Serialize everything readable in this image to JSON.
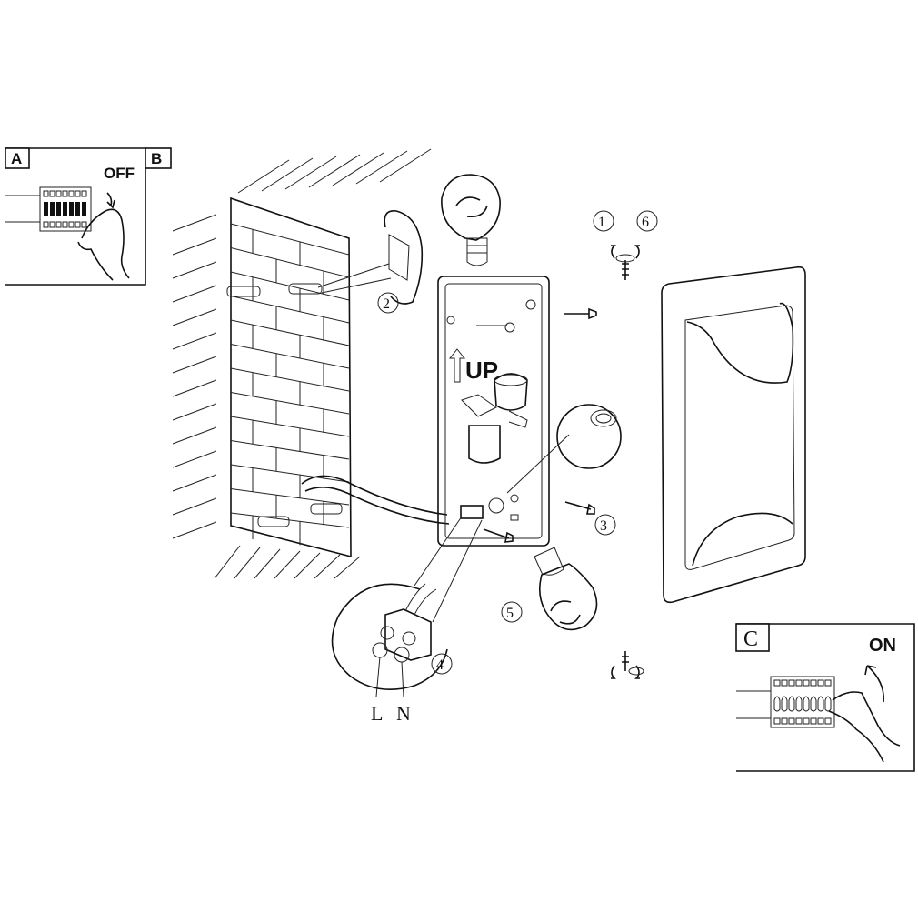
{
  "panels": {
    "a": {
      "letter": "A",
      "switch_state": "OFF"
    },
    "b": {
      "letter": "B"
    },
    "c": {
      "letter": "C",
      "switch_state": "ON"
    }
  },
  "steps": [
    "1",
    "2",
    "3",
    "4",
    "5",
    "6"
  ],
  "box_label": "UP",
  "terminal_labels": {
    "live": "L",
    "neutral": "N"
  },
  "icons": [
    "breaker-hand-icon",
    "brick-wall",
    "wall-plug-icon",
    "bulb-icon",
    "screw-icon",
    "rotate-arrow-icon",
    "terminal-block-icon",
    "lamp-cover"
  ]
}
